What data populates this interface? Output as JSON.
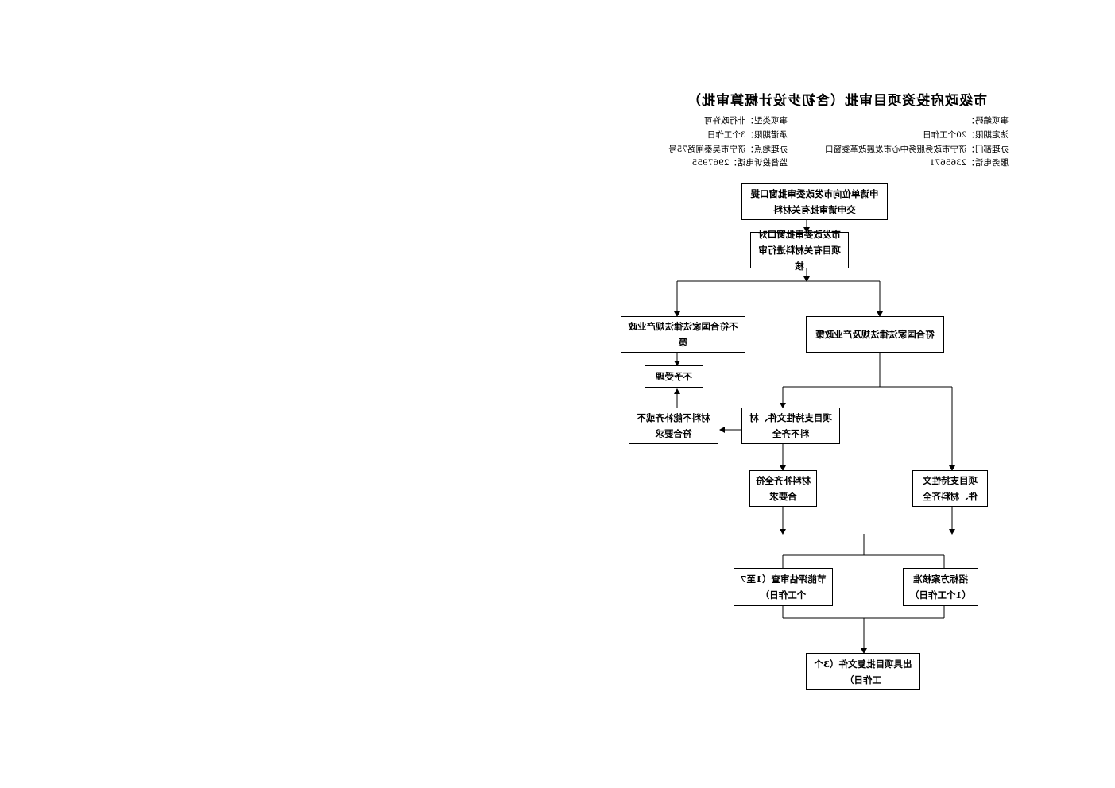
{
  "title": "市级政府投资项目审批（含初步设计概算审批）",
  "info": {
    "item_code": "事项编码：",
    "item_type": "事项类型：非行政许可",
    "legal_limit": "法定期限：20个工作日",
    "promise_limit": "承诺期限：3个工作日",
    "department": "办理部门：济宁市政务服务中心市发展改革委窗口",
    "address": "办理地点：济宁市吴泰闸路75号",
    "service_phone": "服务电话：2365671",
    "complaint_phone": "监督投诉电话：2967955"
  },
  "flow": {
    "step1": "申请单位向市发改委审批窗口提交申请审批有关材料",
    "step2": "市发改委审批窗口对项目有关材料进行审核",
    "comply": "符合国家法律法规及产业政策",
    "not_comply": "不符合国家法律法规产业政策",
    "reject": "不予受理",
    "incomplete": "项目支持性文件、材料不齐全",
    "cannot_supplement": "材料不能补齐或不符合要求",
    "complete": "项目支持性文件、材料齐全",
    "supplemented": "材料补齐全符合要求",
    "bidding": "招标方案核准（1个工作日）",
    "energy": "节能评估审查（1至7个工作日）",
    "issue": "出具项目批复文件（3个工作日）"
  }
}
